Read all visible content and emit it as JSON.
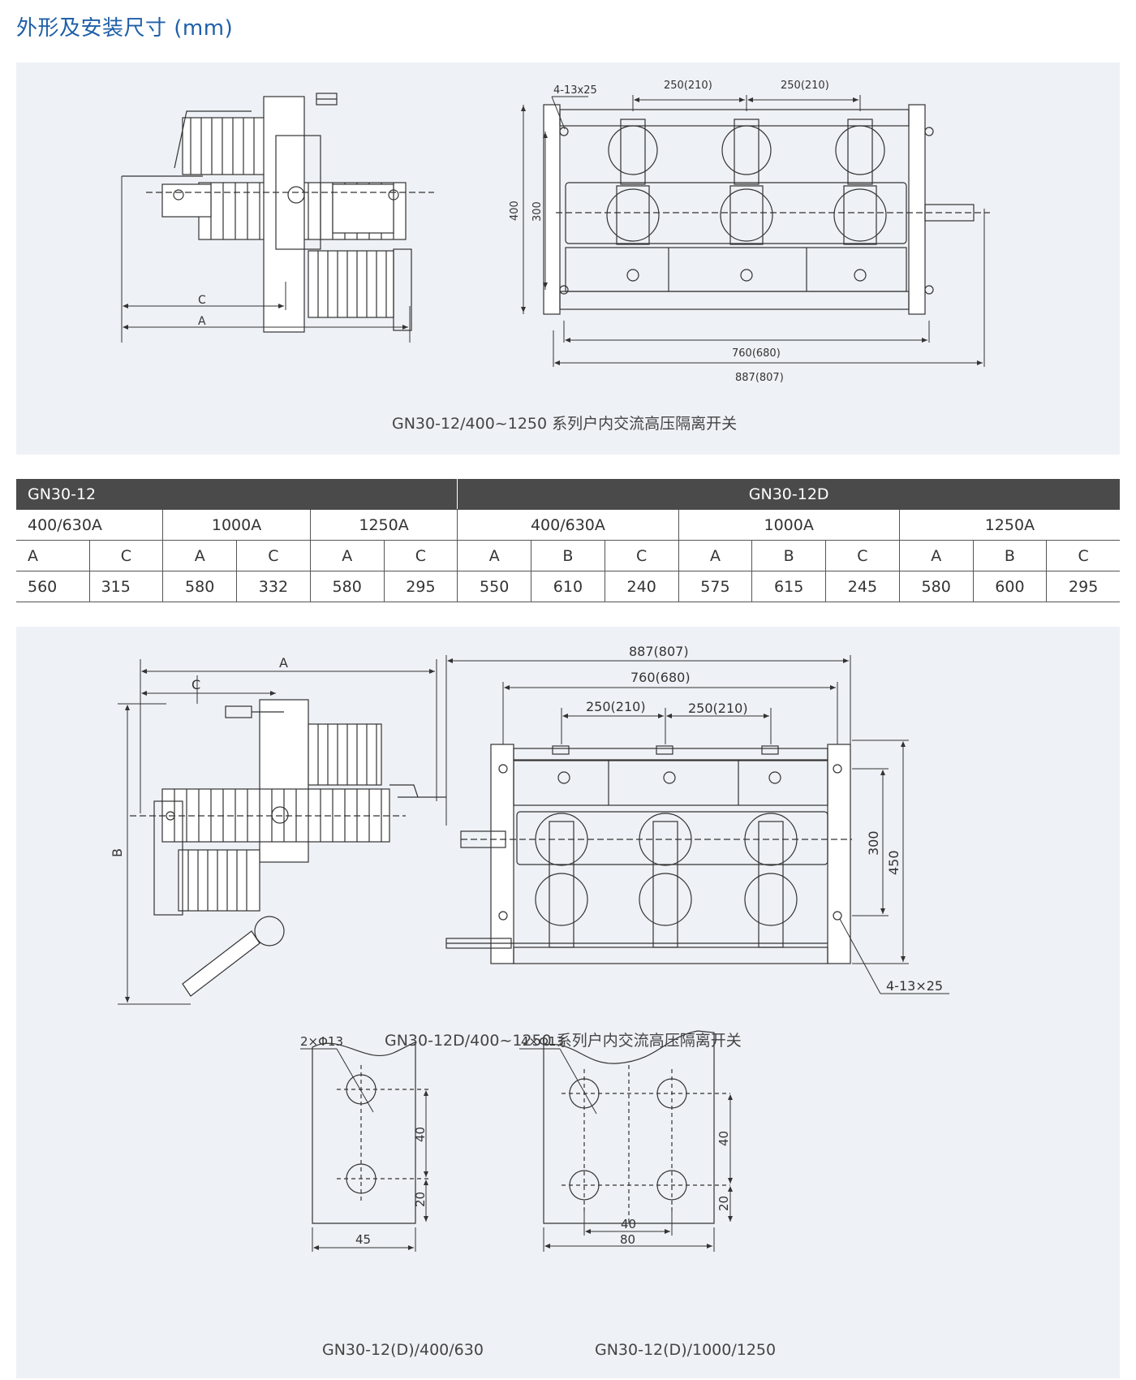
{
  "page_title": "外形及安装尺寸 (mm)",
  "figure1": {
    "caption": "GN30-12/400~1250 系列户内交流高压隔离开关",
    "side_labels": {
      "c": "C",
      "a": "A"
    },
    "top_labels": {
      "holes": "4-13x25",
      "pitch1": "250(210)",
      "pitch2": "250(210)",
      "h400": "400",
      "h300": "300",
      "w760": "760(680)",
      "w887": "887(807)"
    }
  },
  "table": {
    "group1": "GN30-12",
    "group2": "GN30-12D",
    "ratings1": [
      "400/630A",
      "1000A",
      "1250A"
    ],
    "ratings2": [
      "400/630A",
      "1000A",
      "1250A"
    ],
    "letters": [
      "A",
      "C",
      "A",
      "C",
      "A",
      "C",
      "A",
      "B",
      "C",
      "A",
      "B",
      "C",
      "A",
      "B",
      "C"
    ],
    "values": [
      "560",
      "315",
      "580",
      "332",
      "580",
      "295",
      "550",
      "610",
      "240",
      "575",
      "615",
      "245",
      "580",
      "600",
      "295"
    ]
  },
  "figure2": {
    "caption": "GN30-12D/400~1250 系列户内交流高压隔离开关",
    "side_labels": {
      "a": "A",
      "c": "C",
      "b": "B"
    },
    "top_labels": {
      "w887": "887(807)",
      "w760": "760(680)",
      "pitch1": "250(210)",
      "pitch2": "250(210)",
      "h300": "300",
      "h450": "450",
      "holes": "4-13×25"
    }
  },
  "terminal1": {
    "caption": "GN30-12(D)/400/630",
    "holes": "2×Φ13",
    "d40": "40",
    "d20": "20",
    "d45": "45"
  },
  "terminal2": {
    "caption": "GN30-12(D)/1000/1250",
    "holes": "4×Φ13",
    "d40v": "40",
    "d20": "20",
    "d40h": "40",
    "d80": "80"
  },
  "colors": {
    "title": "#1f5fa8",
    "panel": "#eef1f5",
    "header": "#4a4a4a",
    "line": "#555555"
  }
}
